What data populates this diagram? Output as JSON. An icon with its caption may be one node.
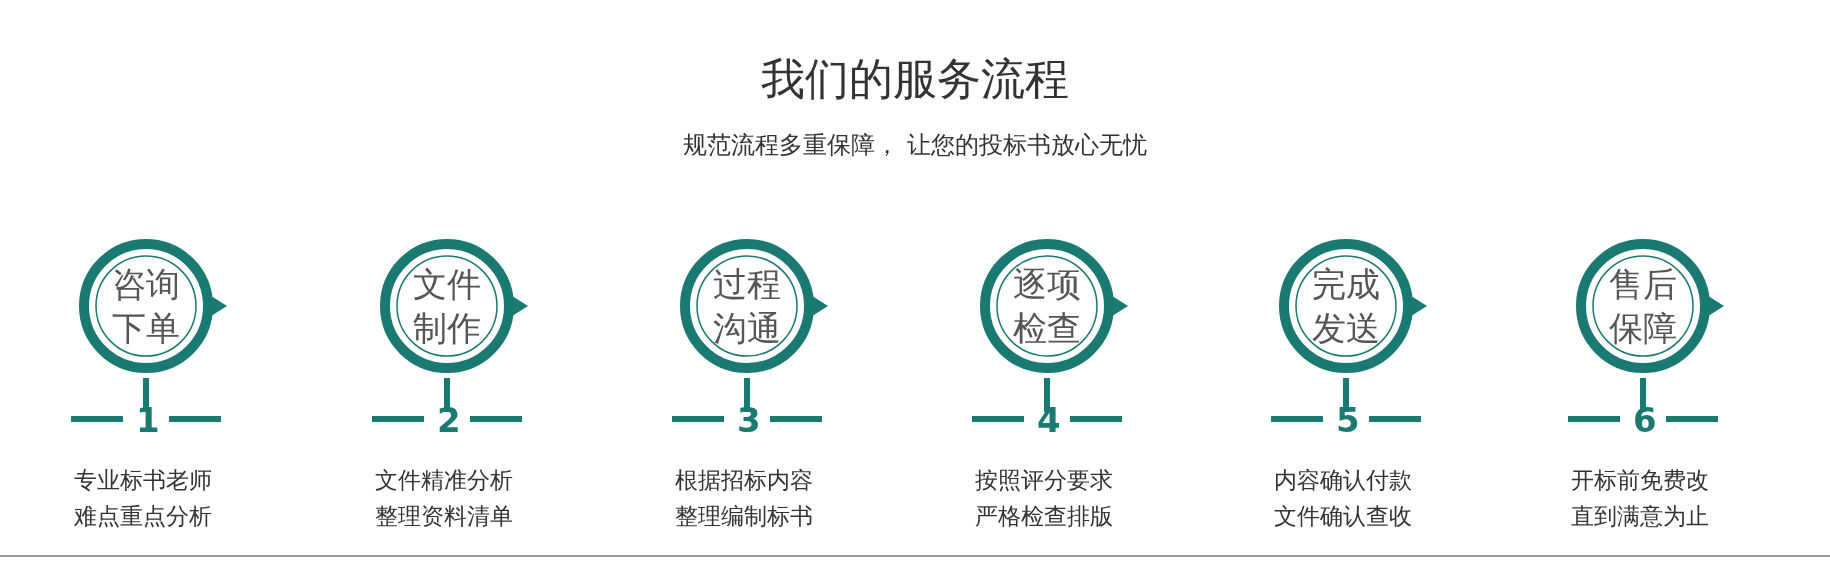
{
  "diagram": {
    "title": "我们的服务流程",
    "nodes": [
      {
        "text": [
          "咨询下单"
        ],
        "beside": [
          "1",
          "专业标书老师难点重点分析"
        ]
      },
      {
        "text": [
          "文件制作"
        ],
        "beside": [
          "2",
          "文件精准分析整理资料清单"
        ]
      },
      {
        "text": [
          "过程沟通"
        ],
        "beside": [
          "3",
          "根据招标内容整理编制标书"
        ]
      },
      {
        "text": [
          "逐项检查"
        ],
        "beside": [
          "4",
          "按照评分要求严格检查排版"
        ]
      },
      {
        "text": [
          "完成发送"
        ],
        "beside": [
          "5",
          "内容确认付款文件确认查收"
        ]
      },
      {
        "text": [
          "售后保障"
        ],
        "beside": [
          "6",
          "开标前免费改直到满意为止"
        ]
      }
    ],
    "edges": [],
    "labels": [
      "规范流程多重保障， 让您的投标书放心无忧"
    ]
  }
}
